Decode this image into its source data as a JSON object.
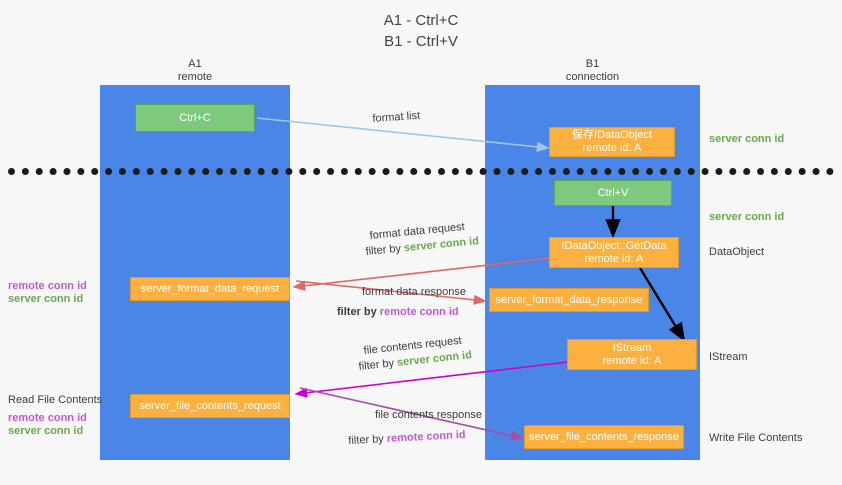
{
  "title": {
    "line1": "A1 - Ctrl+C",
    "line2": "B1 - Ctrl+V"
  },
  "lanes": [
    {
      "id": "a1",
      "name": "A1",
      "role": "remote",
      "color": "#4a86e8"
    },
    {
      "id": "b1",
      "name": "B1",
      "role": "connection",
      "color": "#4a86e8"
    }
  ],
  "colors": {
    "lane": "#4a86e8",
    "green_box": "#7fc97f",
    "orange_box": "#fcb040",
    "server_conn_id": "#6aa84f",
    "remote_conn_id": "#c05ad0",
    "arrow_blue": "#9fc5e8",
    "arrow_black": "#000000",
    "arrow_red": "#e06666",
    "arrow_magenta": "#cc00cc",
    "arrow_purple": "#a64ca6",
    "divider": "#1a1a1a",
    "background": "#f7f7f7"
  },
  "nodes": {
    "ctrl_c": {
      "label": "Ctrl+C",
      "style": "green"
    },
    "save_idataobject": {
      "label": "保存IDataObject",
      "sub": "remote id: A",
      "style": "orange"
    },
    "ctrl_v": {
      "label": "Ctrl+V",
      "style": "green"
    },
    "getdata": {
      "label": "IDataObject::GetData",
      "sub": "remote id: A",
      "style": "orange"
    },
    "server_format_data_request": {
      "label": "server_format_data_request",
      "style": "orange"
    },
    "server_format_data_response": {
      "label": "server_format_data_response",
      "style": "orange"
    },
    "istream": {
      "label": "IStream",
      "sub": "remote id: A",
      "style": "orange"
    },
    "server_file_contents_request": {
      "label": "server_file_contents_request",
      "style": "orange"
    },
    "server_file_contents_response": {
      "label": "server_file_contents_response",
      "style": "orange"
    }
  },
  "edge_labels": {
    "format_list": "format list",
    "format_data_request": "format data request",
    "format_data_response": "format data response",
    "file_contents_request": "file contents request",
    "file_contents_response": "file contents response",
    "filter_by": "filter by ",
    "server_conn_id": "server conn id",
    "remote_conn_id": "remote conn id"
  },
  "right_annotations": [
    {
      "text": "server conn id",
      "kind": "server"
    },
    {
      "text": "server conn id",
      "kind": "server"
    },
    {
      "text": "DataObject",
      "kind": "plain"
    },
    {
      "text": "IStream",
      "kind": "plain"
    },
    {
      "text": "Write File Contents",
      "kind": "plain"
    }
  ],
  "left_annotations": {
    "group1": {
      "remote": "remote conn id",
      "server": "server conn id"
    },
    "group2": {
      "heading": "Read File Contents",
      "remote": "remote conn id",
      "server": "server conn id"
    }
  }
}
